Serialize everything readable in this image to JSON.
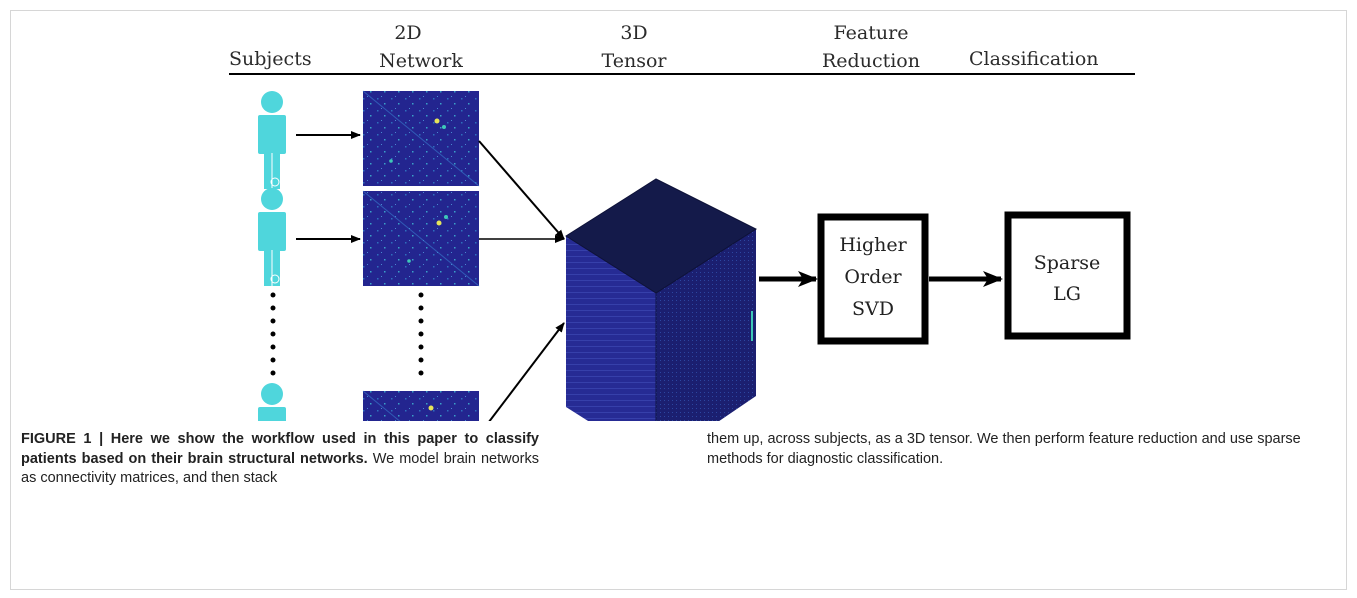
{
  "figure": {
    "headers": {
      "subjects": "Subjects",
      "network_line1": "2D",
      "network_line2": "Network",
      "tensor_line1": "3D",
      "tensor_line2": "Tensor",
      "feature_line1": "Feature",
      "feature_line2": "Reduction",
      "classification": "Classification"
    },
    "boxes": {
      "svd_line1": "Higher",
      "svd_line2": "Order",
      "svd_line3": "SVD",
      "lg_line1": "Sparse",
      "lg_line2": "LG"
    },
    "colors": {
      "person": "#4fd6dc",
      "matrix": "#23258f",
      "tensor_top": "#141a4a",
      "tensor_front": "#252a92",
      "tensor_side": "#181c66"
    },
    "icons": [
      "person-icon",
      "connectivity-matrix-icon",
      "tensor-cube-icon",
      "arrow-icon",
      "ellipsis-dots-icon"
    ]
  },
  "caption": {
    "label": "FIGURE 1 | ",
    "title": "Here we show the workflow used in this paper to classify patients based on their brain structural networks.",
    "body_left": " We model brain networks as connectivity matrices, and then stack",
    "body_right": "them up, across subjects, as a 3D tensor. We then perform feature reduction and use sparse methods for diagnostic classification."
  }
}
